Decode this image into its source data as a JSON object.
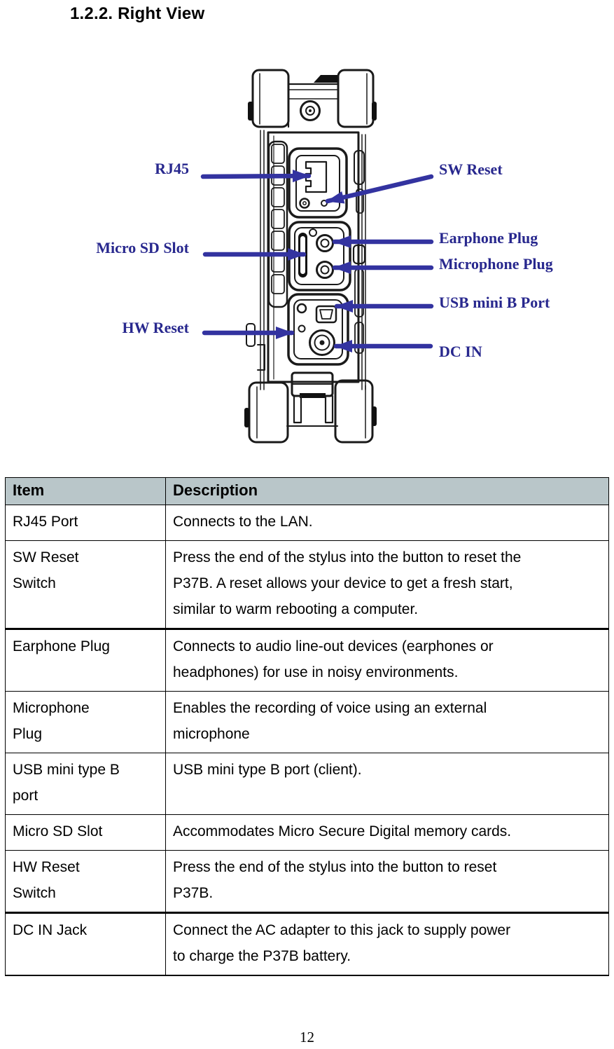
{
  "page": {
    "section_title": "1.2.2. Right View",
    "page_number": "12"
  },
  "colors": {
    "label_color": "#28288E",
    "arrow_color": "#3333A0",
    "table_header_bg": "#B9C6C9"
  },
  "diagram": {
    "labels": {
      "rj45": "RJ45",
      "micro_sd": "Micro SD Slot",
      "hw_reset": "HW Reset",
      "sw_reset": "SW Reset",
      "earphone": "Earphone Plug",
      "microphone": "Microphone Plug",
      "usb": "USB mini B Port",
      "dc_in": "DC IN"
    }
  },
  "table": {
    "headers": {
      "item": "Item",
      "description": "Description"
    },
    "rows": [
      {
        "item": "RJ45 Port",
        "description": "Connects to the LAN."
      },
      {
        "item": "SW Reset\nSwitch",
        "description": "Press the end of the stylus into the button to reset the\nP37B. A reset allows your device to get a fresh start,\nsimilar to warm rebooting a computer."
      },
      {
        "item": "Earphone Plug",
        "description": "Connects to audio line-out devices (earphones or\nheadphones) for use in noisy environments."
      },
      {
        "item": "Microphone\nPlug",
        "description": "Enables the recording of voice using an external\nmicrophone"
      },
      {
        "item": "USB mini type B\nport",
        "description": "USB mini type B port (client)."
      },
      {
        "item": "Micro SD Slot",
        "description": "Accommodates Micro Secure Digital memory cards."
      },
      {
        "item": "HW Reset\nSwitch",
        "description": "Press the end of the stylus into the button to reset\nP37B."
      },
      {
        "item": "DC IN Jack",
        "description": "Connect the AC adapter to this jack to supply power\nto charge the P37B battery."
      }
    ]
  }
}
